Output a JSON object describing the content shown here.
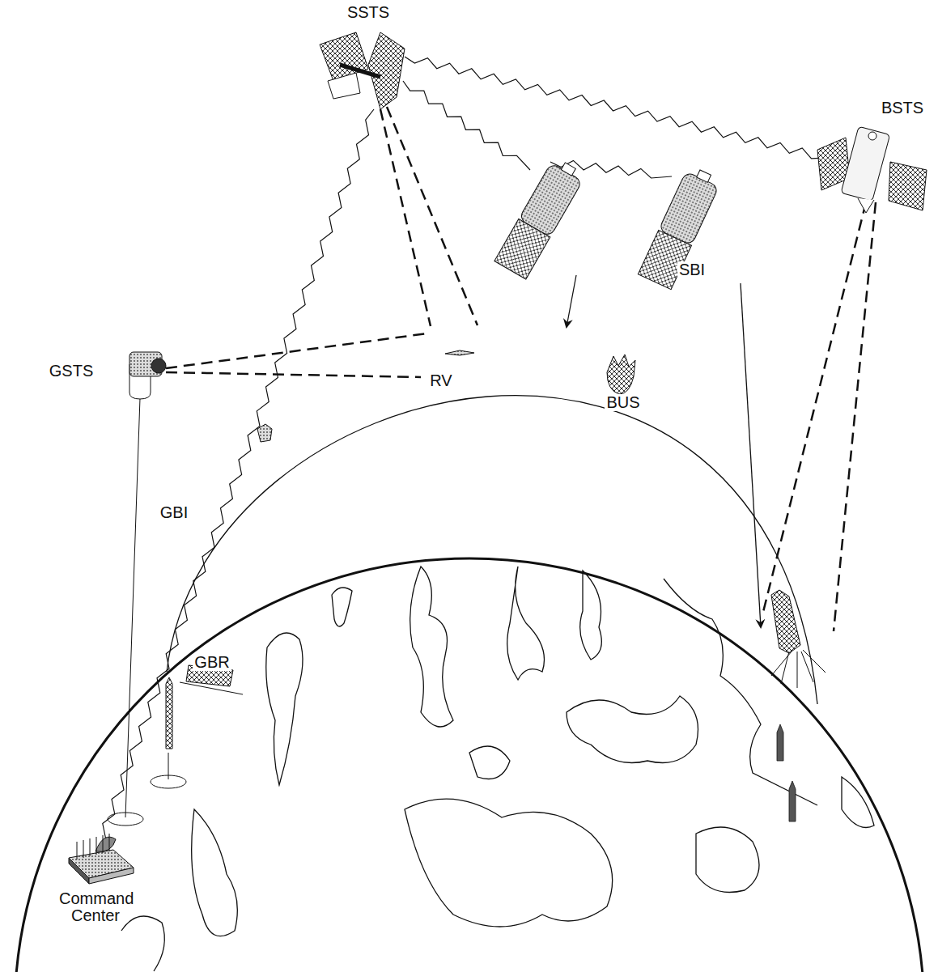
{
  "diagram": {
    "labels": [
      "SSTS",
      "BSTS",
      "SBI",
      "GSTS",
      "RV",
      "BUS",
      "GBI",
      "GBR",
      "Command Center"
    ]
  }
}
